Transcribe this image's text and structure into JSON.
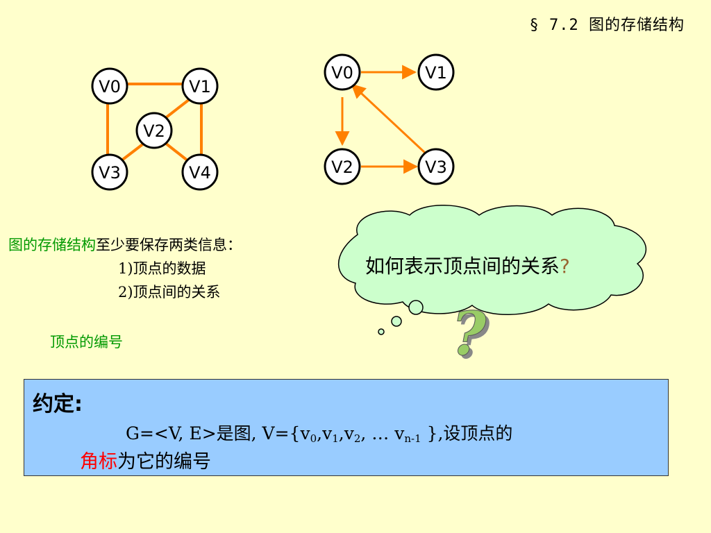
{
  "slide_title": "§ 7.2  图的存储结构",
  "undirected_graph": {
    "nodes": [
      "V0",
      "V1",
      "V2",
      "V3",
      "V4"
    ],
    "edges": [
      [
        "V0",
        "V1"
      ],
      [
        "V0",
        "V3"
      ],
      [
        "V1",
        "V2"
      ],
      [
        "V1",
        "V4"
      ],
      [
        "V2",
        "V3"
      ],
      [
        "V2",
        "V4"
      ]
    ]
  },
  "directed_graph": {
    "nodes": [
      "V0",
      "V1",
      "V2",
      "V3"
    ],
    "arcs": [
      [
        "V0",
        "V1"
      ],
      [
        "V0",
        "V2"
      ],
      [
        "V2",
        "V3"
      ],
      [
        "V3",
        "V0"
      ]
    ]
  },
  "intro": {
    "highlight": "图的存储结构",
    "rest": "至少要保存两类信息：",
    "item1": "1)顶点的数据",
    "item2": "2)顶点间的关系"
  },
  "vertex_numbering": "顶点的编号",
  "cloud": {
    "text": "如何表示顶点间的关系",
    "question_mark": "?",
    "big_question_mark": "?"
  },
  "convention": {
    "title": "约定:",
    "line1_prefix": "G=<V, E>是图, V={v",
    "sub0": "0",
    "sep1": ",v",
    "sub1": "1",
    "sep2": ",v",
    "sub2": "2",
    "sep3": ", … v",
    "subn": "n-1",
    "line1_suffix": " },设顶点的",
    "line2_highlight": "角标",
    "line2_rest": "为它的编号"
  },
  "colors": {
    "background": "#FFFFCC",
    "edge": "#FF8000",
    "highlight_green": "#009900",
    "highlight_red": "#FF0000",
    "box": "#99CCFF",
    "cloud": "#CCFFCC"
  }
}
